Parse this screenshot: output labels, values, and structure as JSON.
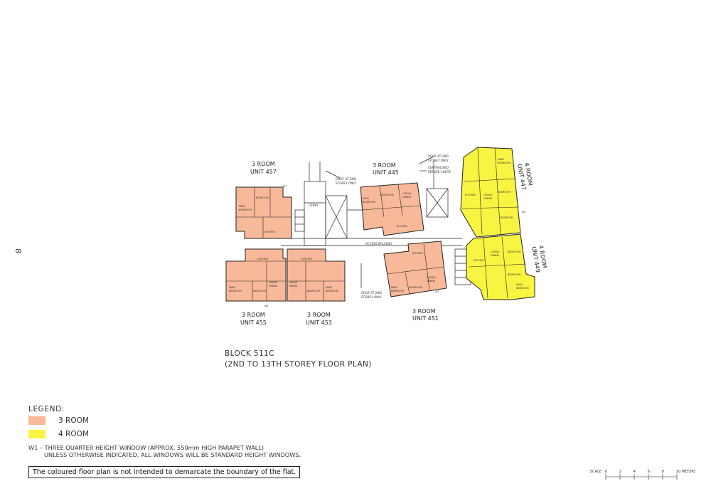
{
  "page_number": "8",
  "units": [
    {
      "id": "u457",
      "name": "3 ROOM",
      "unit": "UNIT 457",
      "type": "3room"
    },
    {
      "id": "u455",
      "name": "3 ROOM",
      "unit": "UNIT 455",
      "type": "3room"
    },
    {
      "id": "u453",
      "name": "3 ROOM",
      "unit": "UNIT 453",
      "type": "3room"
    },
    {
      "id": "u445",
      "name": "3 ROOM",
      "unit": "UNIT 445",
      "type": "3room"
    },
    {
      "id": "u451",
      "name": "3 ROOM",
      "unit": "UNIT 451",
      "type": "3room"
    },
    {
      "id": "u447",
      "name": "4 ROOM",
      "unit": "UNIT 447",
      "type": "4room"
    },
    {
      "id": "u449",
      "name": "4 ROOM",
      "unit": "UNIT 449",
      "type": "4room"
    }
  ],
  "room_labels": {
    "master_bedroom_1": "MAIN",
    "master_bedroom_2": "BEDROOM",
    "bedroom": "BEDROOM",
    "living_dining_1": "LIVING/",
    "living_dining_2": "DINING",
    "kitchen": "KITCHEN",
    "window": "W1"
  },
  "plan_notes": {
    "lobby": "LOBBY",
    "access_balcony": "ACCESS BALCONY",
    "roof_note_line1": "ROOF AT 2ND",
    "roof_note_line2": "STOREY ONLY",
    "refuse_chute_line1": "CENTRALISED",
    "refuse_chute_line2": "REFUSE CHUTE"
  },
  "block": {
    "title": "BLOCK 511C",
    "subtitle": "(2ND TO 13TH STOREY FLOOR PLAN)"
  },
  "legend": {
    "title": "LEGEND:",
    "items": [
      {
        "label": "3 ROOM",
        "color": "#f7b999"
      },
      {
        "label": "4 ROOM",
        "color": "#f8f442"
      }
    ]
  },
  "remarks": {
    "line1": "W1  –  THREE QUARTER HEIGHT WINDOW (APPROX. 550mm HIGH PARAPET WALL)",
    "line2": "UNLESS OTHERWISE INDICATED, ALL WINDOWS WILL BE STANDARD HEIGHT WINDOWS."
  },
  "disclaimer": "The coloured floor plan is not intended to demarcate the boundary of the flat.",
  "scale_bar": {
    "label": "SCALE",
    "ticks": [
      "0",
      "2",
      "4",
      "6",
      "8",
      "10 METERS"
    ]
  },
  "colors": {
    "three_room": "#f7b999",
    "four_room": "#f8f442",
    "wall": "#222222"
  }
}
